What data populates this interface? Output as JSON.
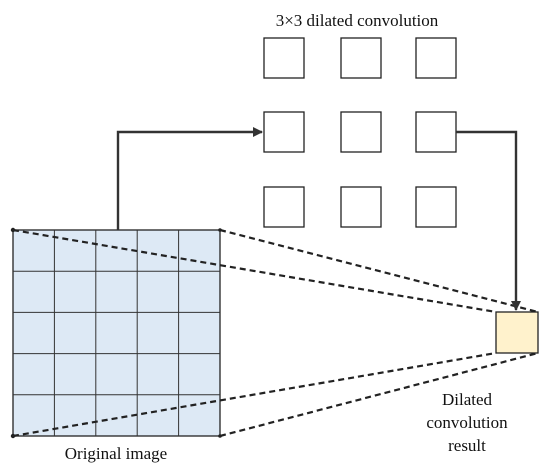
{
  "kernel": {
    "title": "3×3 dilated convolution"
  },
  "image": {
    "caption": "Original image",
    "fill": "#dde9f5"
  },
  "result": {
    "caption_lines": [
      "Dilated",
      "convolution",
      "result"
    ],
    "fill": "#fff2cc"
  }
}
